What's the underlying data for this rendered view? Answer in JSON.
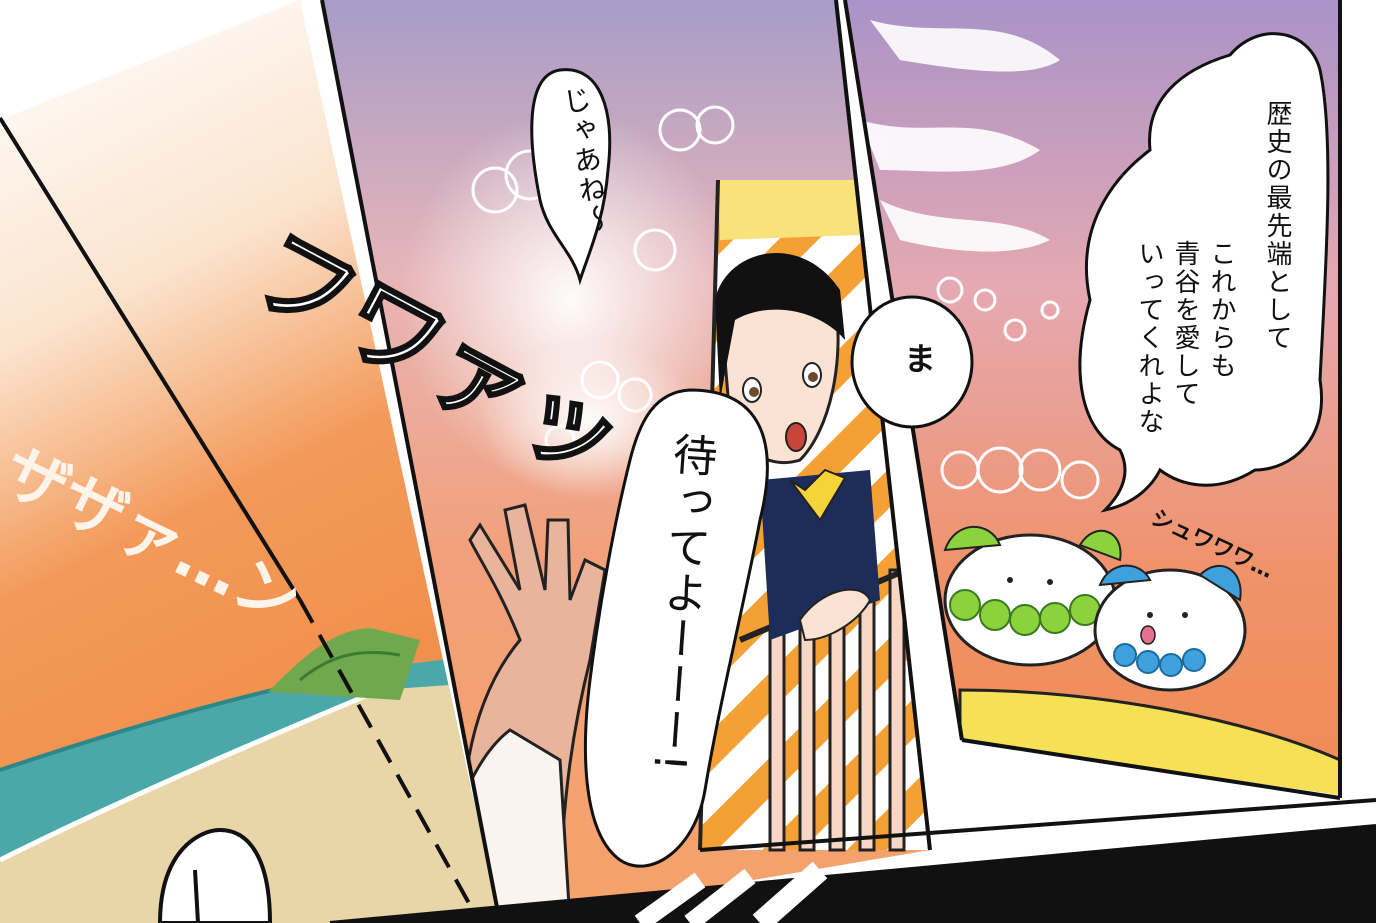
{
  "speech": {
    "bye_line": "じゃあね〜",
    "ma": "ま",
    "wait_line": "待ってよーーー!",
    "mascot_line_1": "歴史の最先端として",
    "mascot_line_2": "これからも",
    "mascot_line_3": "青谷を愛して",
    "mascot_line_4": "いってくれよな"
  },
  "sound_effects": {
    "fuwa": "フワァッ",
    "zaza": "ザザァ…ン",
    "shuwa": "シュワワワ…"
  },
  "colors": {
    "sunset_orange": "#f39a5a",
    "sky_purple": "#b5a0c8",
    "sea_teal": "#4aa8a8",
    "sand": "#e8d6a8",
    "stripe_orange": "#f5a035",
    "mascot_green": "#8cd23c",
    "mascot_blue": "#3ea0dc"
  }
}
